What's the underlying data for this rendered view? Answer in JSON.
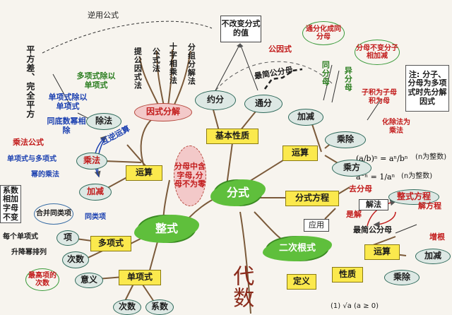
{
  "labels": {
    "ni_gong_shi": "逆用公式",
    "ping_fang_cha": "平方差、完全平方",
    "yin_shi_fen_jie": "因式分解",
    "ti_gong_yin_shi_fa": "提公因式法",
    "gong_shi_fa": "公式法",
    "shi_zi_xiang_cheng_fa": "十字相乘法",
    "fen_zu_fen_jie_fa": "分组分解法",
    "duo_xiang_shi_chu": "多项式除以单项式",
    "dan_xiang_chu_dan": "单项式除以单项式",
    "tong_di_mi_chu": "同底数幂相除",
    "chu_fa": "除法",
    "ni_yun_suan": "互逆运算",
    "cheng_fa_gong_shi": "乘法公式",
    "dan_duo": "单项式与多项式",
    "mi_cheng_fa": "幂的乘法",
    "cheng_fa": "乘法",
    "yun_suan_left": "运算",
    "jia_jian_left": "加减",
    "he_bing_tong_lei": "合并同类项",
    "tong_lei_xiang": "同类项",
    "xi_shu_xiang_jia": "系数相加字母不变",
    "mei_ge_dan_xiang": "每个单项式",
    "xiang": "项",
    "duo_xiang_shi": "多项式",
    "sheng_jiang_pai_lie": "升降幂排列",
    "ci_shu_mid": "次数",
    "zui_gao_ci": "最高项的次数",
    "yi_yi": "意义",
    "dan_xiang_shi": "单项式",
    "ci_shu_bottom": "次数",
    "xi_shu": "系数",
    "zheng_shi": "整式",
    "fen_mu_zhong": "分母中含字母,分母不为零",
    "bu_gai_bian": "不改变分式的值",
    "yue_fen": "约分",
    "tong_fen": "通分",
    "ji_ben_xing_zhi": "基本性质",
    "gong_yin_shi": "公因式",
    "zui_jian_gong_fen_mu": "最简公分母",
    "tong_fen_mu": "同分母",
    "yi_fen_mu": "异分母",
    "xian_hua_tong_fen_mu": "通分化成同分母",
    "fen_mu_bu_bian": "分母不变分子相加减",
    "zhu": "注: 分子、分母为多项式时先分解因式",
    "jia_jian_right": "加减",
    "zi_ji_wei": "子积为子母积为母",
    "hua_chu_wei_cheng": "化除法为乘法",
    "cheng_chu": "乘除",
    "yun_suan_right": "运算",
    "cheng_fang": "乘方",
    "formula1_tail": "(n为整数)",
    "formula2_tail": "(n为整数)",
    "fen_shi": "分式",
    "fen_shi_fang_cheng": "分式方程",
    "qu_fen_mu": "去分母",
    "jie_fa": "解法",
    "zheng_shi_fang_cheng": "整式方程",
    "jie_fang_cheng": "解方程",
    "shi_jie": "是解",
    "zui_jian_gong_fen_mu2": "最简公分母",
    "zeng_gen": "增根",
    "ying_yong": "应用",
    "er_ci_gen_shi": "二次根式",
    "yun_suan_bottom": "运算",
    "jia_jian_bottom": "加减",
    "cheng_chu_bottom": "乘除",
    "ding_yi": "定义",
    "xing_zhi": "性质",
    "dai_shu": "代数",
    "sqrt_formula": "(1) √a (a ≥ 0)"
  }
}
